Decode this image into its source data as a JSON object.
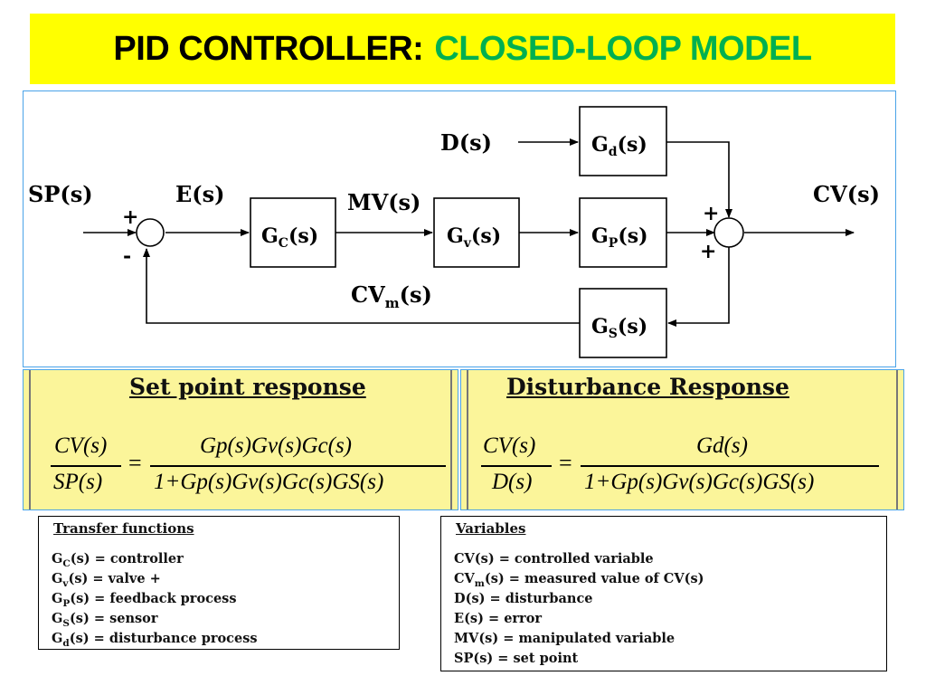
{
  "title": {
    "part1": "PID CONTROLLER:",
    "part2": "CLOSED-LOOP MODEL"
  },
  "diagram": {
    "sp": "SP(s)",
    "es": "E(s)",
    "mv": "MV(s)",
    "cv": "CV(s)",
    "ds": "D(s)",
    "cvm_main": "CV",
    "cvm_sub": "m",
    "cvm_tail": "(s)",
    "plus": "+",
    "minus": "-",
    "blocks": {
      "gc": {
        "main": "G",
        "sub": "C",
        "tail": "(s)"
      },
      "gv": {
        "main": "G",
        "sub": "v",
        "tail": "(s)"
      },
      "gp": {
        "main": "G",
        "sub": "P",
        "tail": "(s)"
      },
      "gd": {
        "main": "G",
        "sub": "d",
        "tail": "(s)"
      },
      "gs": {
        "main": "G",
        "sub": "S",
        "tail": "(s)"
      }
    }
  },
  "setpoint_response": {
    "title": "Set point response",
    "lhs_num": "CV(s)",
    "lhs_den": "SP(s)",
    "eq": "=",
    "rhs_num": "Gp(s)Gv(s)Gc(s)",
    "rhs_den": "1+Gp(s)Gv(s)Gc(s)GS(s)"
  },
  "disturbance_response": {
    "title": "Disturbance Response",
    "lhs_num": "CV(s)",
    "lhs_den": "D(s)",
    "eq": "=",
    "rhs_num": "Gd(s)",
    "rhs_den": "1+Gp(s)Gv(s)Gc(s)GS(s)"
  },
  "transfer_functions": {
    "heading": "Transfer functions",
    "items": [
      {
        "g": "G",
        "sub": "C",
        "text": "(s) = controller"
      },
      {
        "g": "G",
        "sub": "v",
        "text": "(s) = valve +"
      },
      {
        "g": "G",
        "sub": "P",
        "text": "(s) = feedback process"
      },
      {
        "g": "G",
        "sub": "S",
        "text": "(s) = sensor"
      },
      {
        "g": "G",
        "sub": "d",
        "text": "(s) = disturbance process"
      }
    ]
  },
  "variables": {
    "heading": "Variables",
    "items": [
      {
        "g": "CV",
        "sub": "",
        "text": "(s) = controlled variable"
      },
      {
        "g": "CV",
        "sub": "m",
        "text": "(s) = measured value of CV(s)"
      },
      {
        "g": "D",
        "sub": "",
        "text": "(s) = disturbance"
      },
      {
        "g": "E",
        "sub": "",
        "text": "(s) = error"
      },
      {
        "g": "MV",
        "sub": "",
        "text": "(s) = manipulated variable"
      },
      {
        "g": "SP",
        "sub": "",
        "text": "(s) = set point"
      }
    ]
  }
}
